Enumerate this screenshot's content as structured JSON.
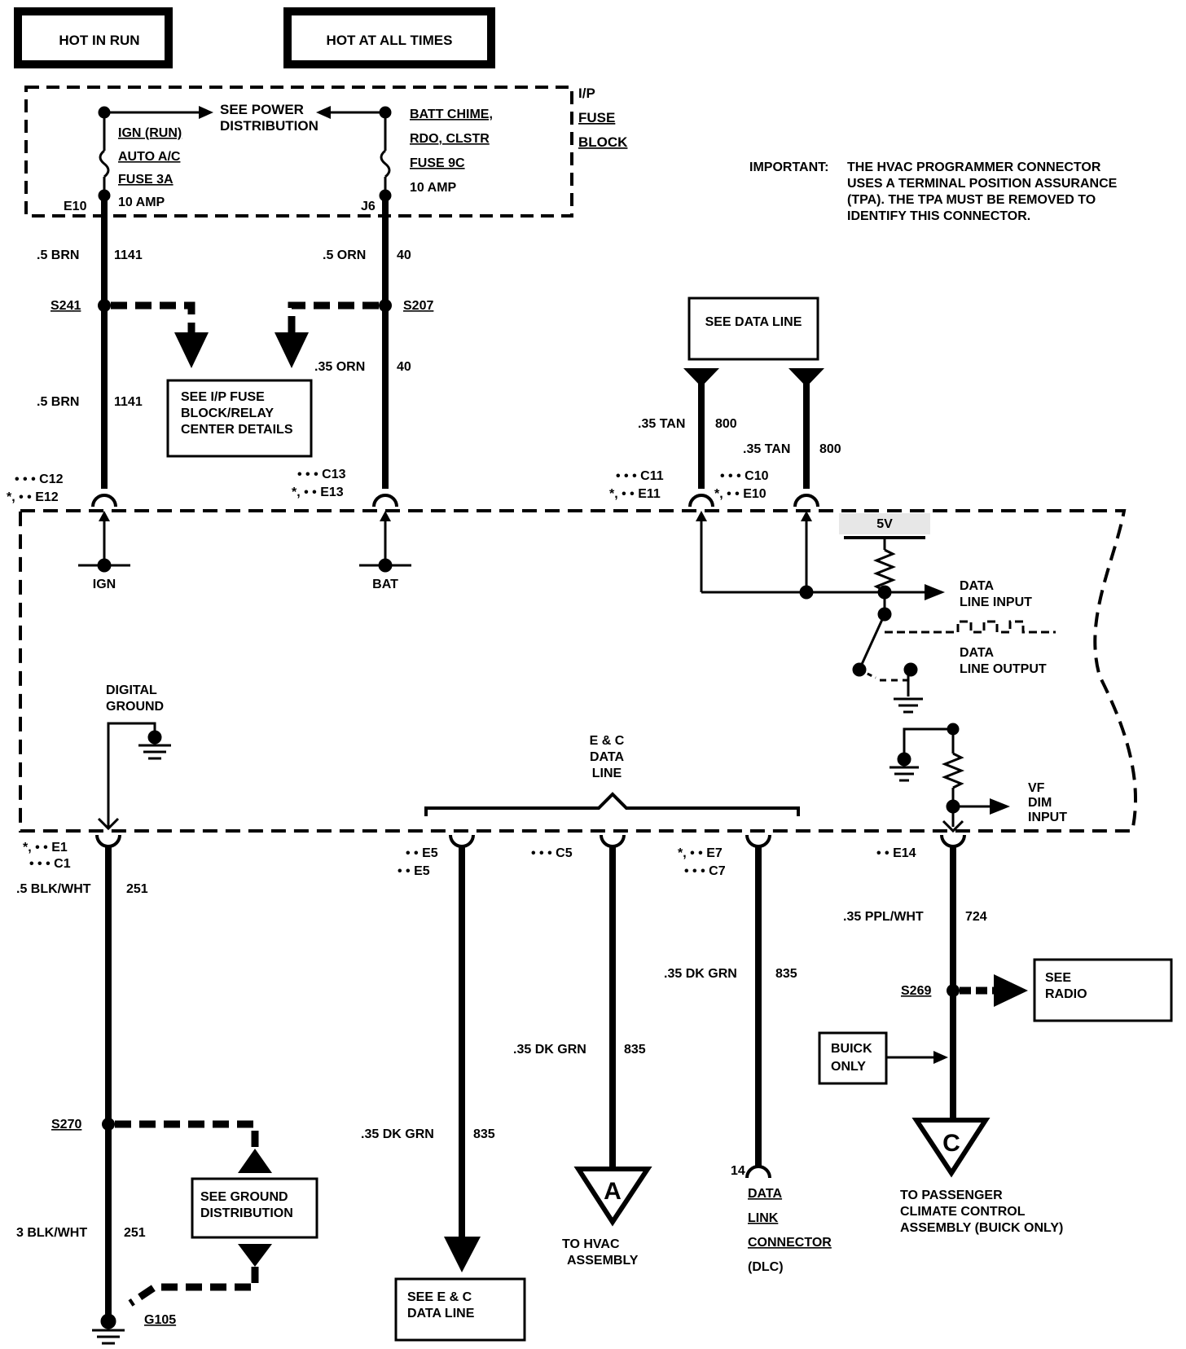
{
  "header": {
    "hot_in_run": "HOT IN RUN",
    "hot_at_all_times": "HOT AT ALL TIMES"
  },
  "fuse_block": {
    "label_1": "I/P",
    "label_2": "FUSE",
    "label_3": "BLOCK",
    "see_power_1": "SEE POWER",
    "see_power_2": "DISTRIBUTION",
    "left_fuse": [
      "IGN (RUN)",
      "AUTO A/C",
      "FUSE 3A",
      "10 AMP"
    ],
    "right_fuse": [
      "BATT CHIME,",
      "RDO, CLSTR",
      "FUSE 9C",
      "10 AMP"
    ],
    "left_terminal": "E10",
    "right_terminal": "J6"
  },
  "important": {
    "label": "IMPORTANT:",
    "lines": [
      "THE HVAC PROGRAMMER CONNECTOR",
      "USES A TERMINAL POSITION ASSURANCE",
      "(TPA). THE TPA MUST BE REMOVED TO",
      "IDENTIFY THIS CONNECTOR."
    ]
  },
  "wires": {
    "w1_gauge": ".5 BRN",
    "w1_circuit": "1141",
    "w2_gauge": ".5 ORN",
    "w2_circuit": "40",
    "w3_gauge": ".5 BRN",
    "w3_circuit": "1141",
    "w4_gauge": ".35 ORN",
    "w4_circuit": "40",
    "w5_gauge": ".35 TAN",
    "w5_circuit": "800",
    "w6_gauge": ".35 TAN",
    "w6_circuit": "800",
    "w7_gauge": ".5 BLK/WHT",
    "w7_circuit": "251",
    "w8_gauge": ".35 PPL/WHT",
    "w8_circuit": "724",
    "w9_gauge": ".35 DK GRN",
    "w9_circuit": "835",
    "w10_gauge": ".35 DK GRN",
    "w10_circuit": "835",
    "w11_gauge": ".35 DK GRN",
    "w11_circuit": "835",
    "w12_gauge": "3 BLK/WHT",
    "w12_circuit": "251"
  },
  "splices": {
    "s241": "S241",
    "s207": "S207",
    "s270": "S270",
    "s269": "S269",
    "g105": "G105"
  },
  "boxes": {
    "fuse_details": [
      "SEE I/P FUSE",
      "BLOCK/RELAY",
      "CENTER DETAILS"
    ],
    "data_line": "SEE DATA LINE",
    "ground_dist": [
      "SEE GROUND",
      "DISTRIBUTION"
    ],
    "radio": [
      "SEE",
      "RADIO"
    ],
    "buick_only": [
      "BUICK",
      "ONLY"
    ],
    "ec_data_line": [
      "SEE E & C",
      "DATA LINE"
    ]
  },
  "connectors": {
    "c12": "• • • C12",
    "e12": "*, • • E12",
    "c13": "• • • C13",
    "e13": "*, • • E13",
    "c11": "• • • C11",
    "e11": "*, • • E11",
    "c10": "• • • C10",
    "e10": "*, • • E10",
    "e1": "*, • • E1",
    "c1": "• • • C1",
    "e5a": "• • E5",
    "e5b": "• • E5",
    "c5": "• • • C5",
    "e7": "*, • • E7",
    "c7": "• • • C7",
    "e14": "• • E14"
  },
  "module": {
    "ign": "IGN",
    "bat": "BAT",
    "five_v": "5V",
    "data_in_1": "DATA",
    "data_in_2": "LINE INPUT",
    "data_out_1": "DATA",
    "data_out_2": "LINE OUTPUT",
    "dig_gnd_1": "DIGITAL",
    "dig_gnd_2": "GROUND",
    "vf_1": "VF",
    "vf_2": "DIM",
    "vf_3": "INPUT",
    "ec_1": "E & C",
    "ec_2": "DATA",
    "ec_3": "LINE"
  },
  "bottom": {
    "a": "A",
    "c": "C",
    "to_hvac_1": "TO HVAC",
    "to_hvac_2": "ASSEMBLY",
    "dlc_pin": "14",
    "dlc_1": "DATA",
    "dlc_2": "LINK",
    "dlc_3": "CONNECTOR",
    "dlc_4": "(DLC)",
    "pass_1": "TO PASSENGER",
    "pass_2": "CLIMATE CONTROL",
    "pass_3": "ASSEMBLY (BUICK ONLY)"
  }
}
